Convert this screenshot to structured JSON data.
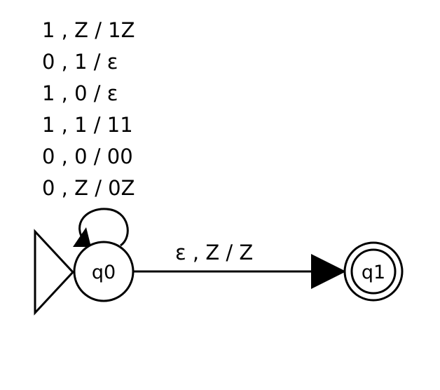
{
  "diagram": {
    "type": "pushdown-automaton",
    "states": [
      {
        "id": "q0",
        "label": "q0",
        "initial": true,
        "accepting": false
      },
      {
        "id": "q1",
        "label": "q1",
        "initial": false,
        "accepting": true
      }
    ],
    "transitions": [
      {
        "from": "q0",
        "to": "q0",
        "labels": [
          "1 , Z / 1Z",
          "0 , 1 / ε",
          "1 , 0 / ε",
          "1 , 1 / 11",
          "0 , 0 / 00",
          "0 , Z / 0Z"
        ]
      },
      {
        "from": "q0",
        "to": "q1",
        "labels": [
          "ε , Z / Z"
        ]
      }
    ]
  }
}
